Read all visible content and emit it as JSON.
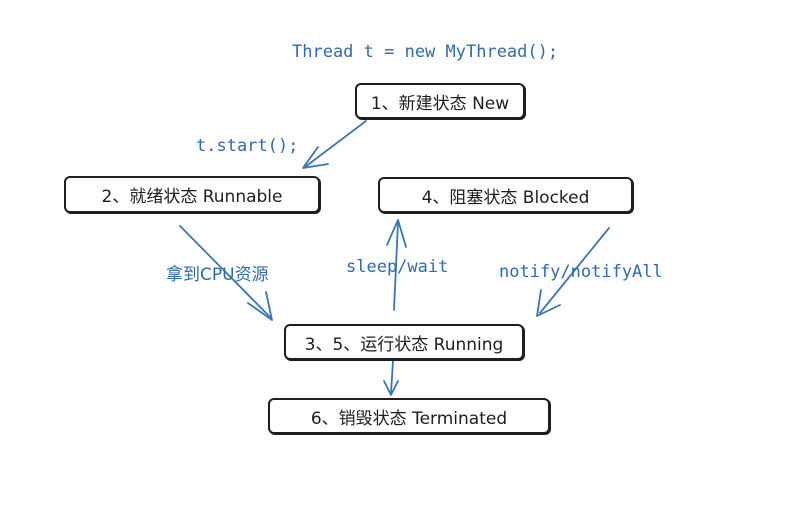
{
  "code_label": "Thread t = new MyThread();",
  "nodes": {
    "new": "1、新建状态 New",
    "runnable": "2、就绪状态 Runnable",
    "blocked": "4、阻塞状态 Blocked",
    "running": "3、5、运行状态 Running",
    "terminated": "6、销毁状态 Terminated"
  },
  "edges": {
    "start": "t.start();",
    "get_cpu": "拿到CPU资源",
    "sleep_wait": "sleep/wait",
    "notify": "notify/notifyAll"
  },
  "colors": {
    "arrow": "#3b74b8",
    "box_border": "#1e1e1e"
  }
}
